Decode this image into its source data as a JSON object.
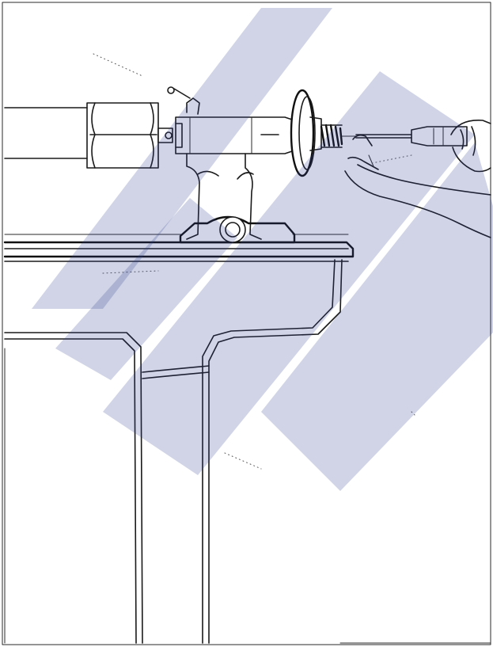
{
  "figure": {
    "subject": "lathe-tailstock-spring-adjustment",
    "icons": [
      "lathe-bed",
      "chuck",
      "tailstock",
      "handwheel",
      "spring",
      "screwdriver",
      "hand",
      "stand-legs",
      "watermark"
    ]
  },
  "colors": {
    "ink": "#1a1a1a",
    "paper": "#ffffff",
    "watermark": "#2b3a8f"
  }
}
